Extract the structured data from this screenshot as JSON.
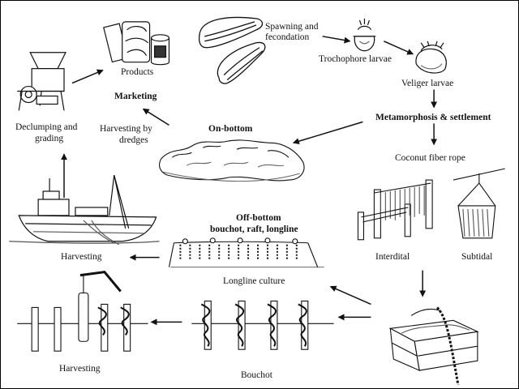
{
  "labels": {
    "spawning": "Spawning and fecondation",
    "trochophore": "Trochophore larvae",
    "veliger": "Veliger larvae",
    "metamorphosis": "Metamorphosis & settlement",
    "coconut": "Coconut fiber rope",
    "interdital": "Interdital",
    "subtidal": "Subtidal",
    "on_bottom": "On-bottom",
    "off_bottom_1": "Off-bottom",
    "off_bottom_2": "bouchot, raft, longline",
    "longline": "Longline culture",
    "bouchot": "Bouchot",
    "harvesting_boat": "Harvesting",
    "harvesting_poles": "Harvesting",
    "declumping_1": "Declumping and",
    "declumping_2": "grading",
    "products": "Products",
    "marketing": "Marketing",
    "dredges_1": "Harvesting by",
    "dredges_2": "dredges"
  },
  "colors": {
    "ink": "#111111",
    "paper": "#ffffff",
    "shade": "#666666"
  }
}
